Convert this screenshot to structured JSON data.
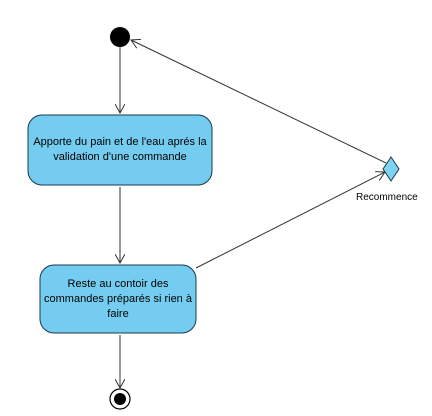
{
  "diagram": {
    "type": "uml-activity",
    "colors": {
      "node_fill": "#74cdf0",
      "node_stroke": "#1a3a4a",
      "line": "#333333",
      "initial": "#000000",
      "decision_fill": "#7fd3f2"
    },
    "nodes": {
      "initial": {
        "kind": "initial"
      },
      "action_1": {
        "kind": "action",
        "label": "Apporte du pain et de l'eau aprés la validation d'une commande"
      },
      "action_2": {
        "kind": "action",
        "label": "Reste au contoir des commandes préparés si rien à faire"
      },
      "decision": {
        "kind": "decision",
        "label": "Recommence"
      },
      "final": {
        "kind": "final"
      }
    },
    "edges": [
      {
        "from": "initial",
        "to": "action_1"
      },
      {
        "from": "action_1",
        "to": "action_2"
      },
      {
        "from": "action_2",
        "to": "decision"
      },
      {
        "from": "decision",
        "to": "initial"
      },
      {
        "from": "action_2",
        "to": "final"
      }
    ]
  }
}
